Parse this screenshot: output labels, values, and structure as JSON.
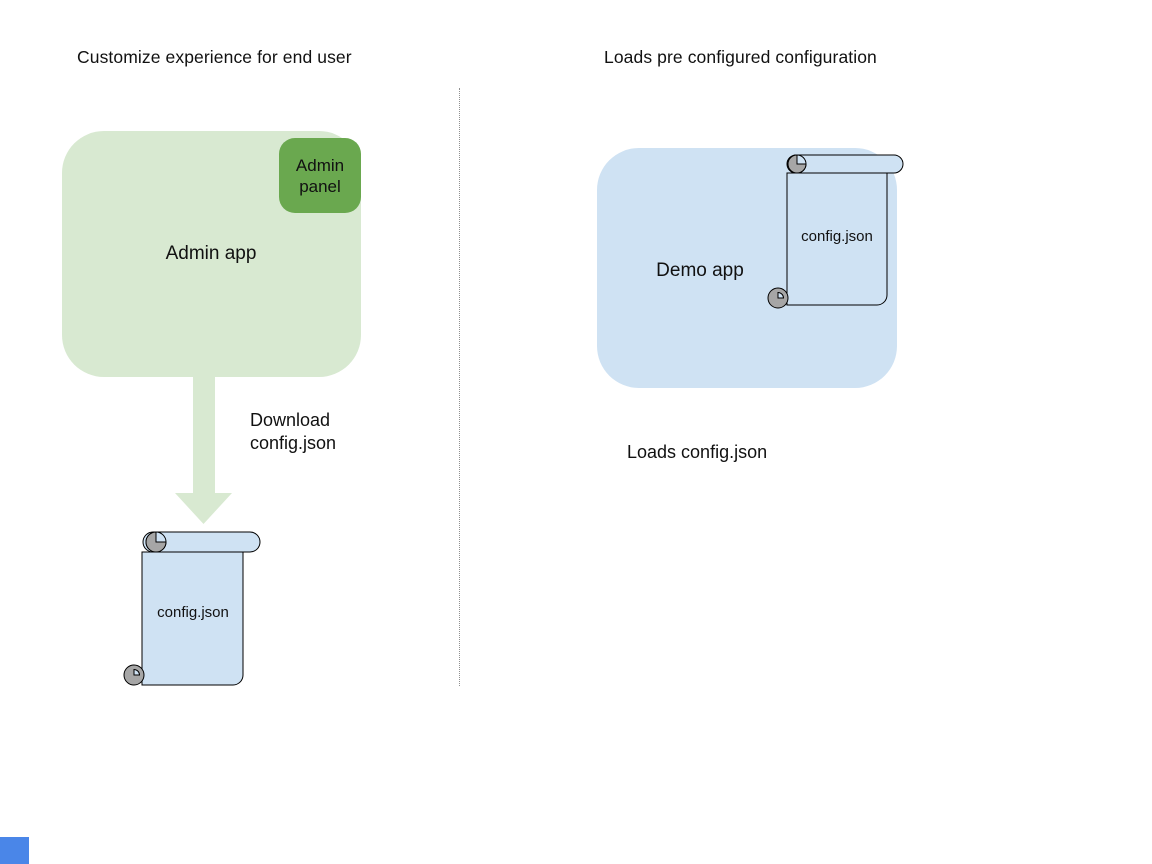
{
  "colors": {
    "background": "#ffffff",
    "green_light": "#d8e9d1",
    "green_dark": "#6aa84f",
    "blue_light": "#cfe2f3",
    "curl_gray": "#a6a6a6",
    "outline": "#000000",
    "divider_gray": "#8f8f8f",
    "accent_blue": "#4a86e8",
    "text": "#111111"
  },
  "left_panel": {
    "title": "Customize experience for end user",
    "admin_app_label": "Admin app",
    "admin_panel_label": "Admin\npanel",
    "arrow_label": "Download\nconfig.json",
    "scroll_label": "config.json"
  },
  "right_panel": {
    "title": "Loads pre configured configuration",
    "demo_app_label": "Demo app",
    "scroll_label": "config.json",
    "caption": "Loads config.json"
  }
}
